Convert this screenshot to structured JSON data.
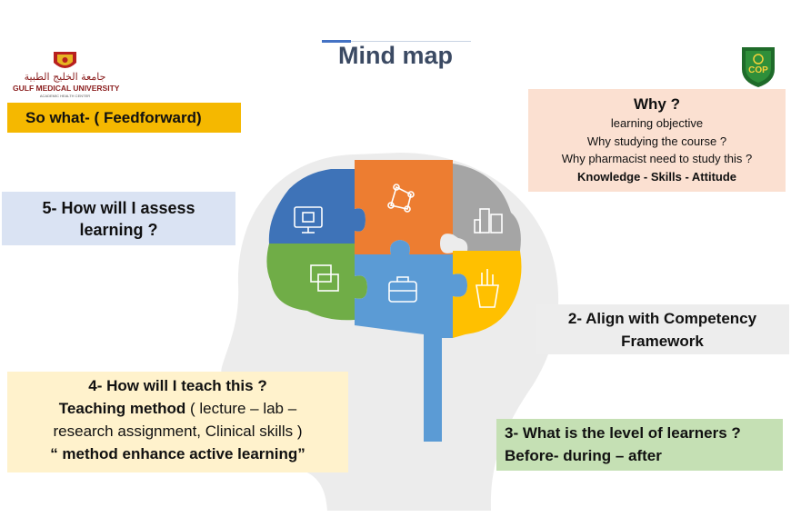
{
  "title": "Mind map",
  "logos": {
    "left_arabic": "جامعة الخليج الطبية",
    "left_name": "GULF MEDICAL UNIVERSITY",
    "left_sub": "ACADEMIC HEALTH CENTER",
    "right_text": "COP"
  },
  "so_what": "So what- ( Feedforward)",
  "why": {
    "heading": "Why ?",
    "lines": [
      "learning objective",
      "Why studying the course ?",
      "Why pharmacist need to study this ?"
    ],
    "bold_line": "Knowledge - Skills  - Attitude"
  },
  "assess": {
    "line1": "5- How will I assess",
    "line2": "learning ?"
  },
  "align": {
    "line1": "2- Align with Competency",
    "line2": "Framework"
  },
  "teach": {
    "line1": "4- How will I teach  this ?",
    "method_label": "Teaching method",
    "method_rest": " ( lecture – lab –",
    "line3": "research assignment, Clinical skills )",
    "line4": "“ method enhance active learning”"
  },
  "level": {
    "line1": "3- What is the level of learners ?",
    "line2": "Before- during – after"
  },
  "colors": {
    "orange": "#ed7d31",
    "blue_dark": "#3e73b8",
    "blue_mid": "#5b9bd5",
    "gray": "#a5a5a5",
    "green": "#70ad47",
    "yellow": "#ffc000",
    "head": "#ececec"
  }
}
